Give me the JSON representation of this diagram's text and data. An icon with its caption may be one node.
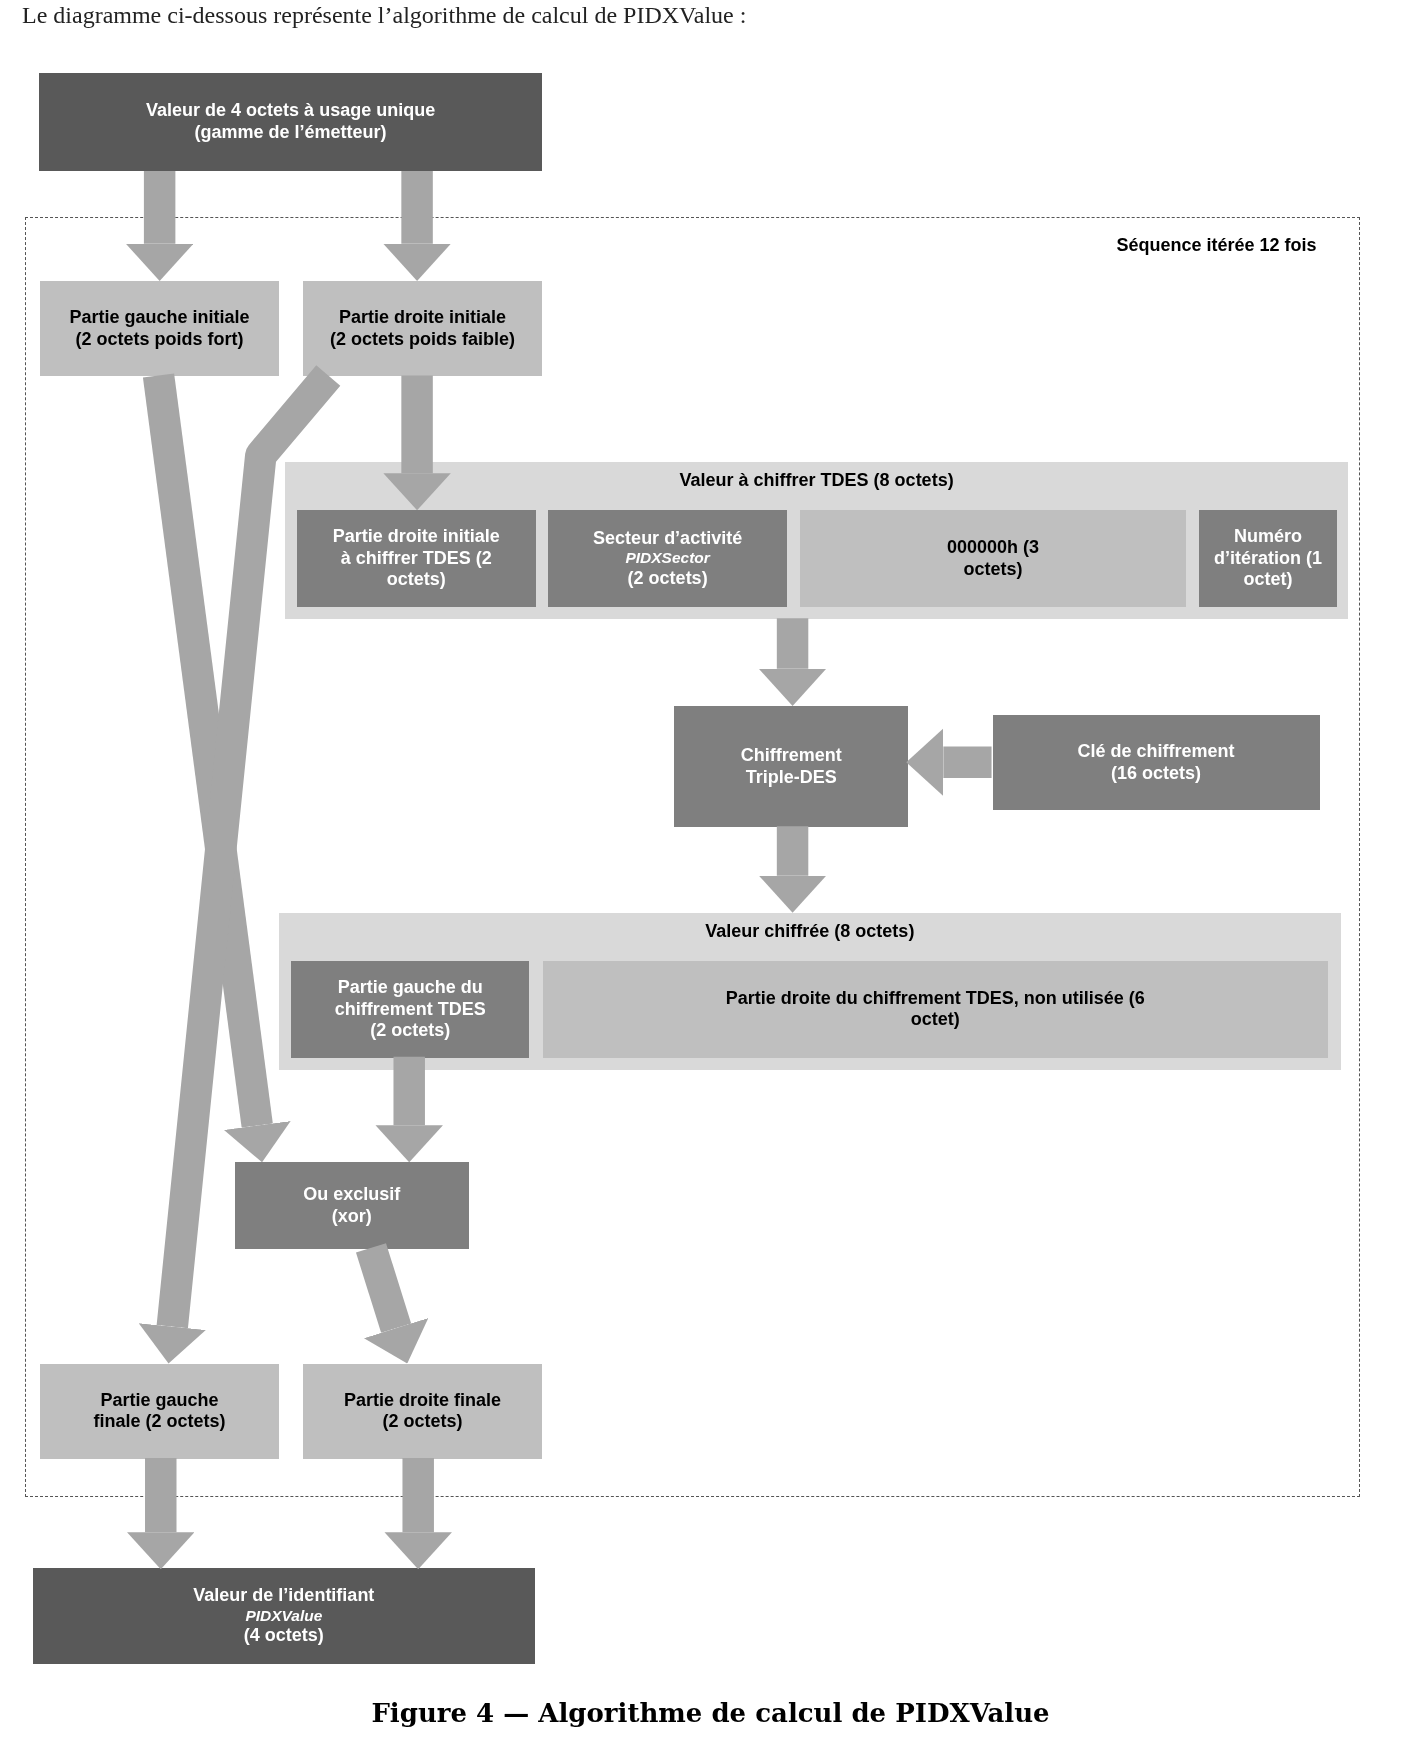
{
  "diagram": {
    "caption": "Figure 4 — Algorithme de calcul de PIDXValue",
    "nodes": [
      {
        "text": [
          "Valeur de 4 octets à usage unique (gamme de l’émetteur)"
        ]
      },
      {
        "text": [
          "Séquence itérée 12 fois"
        ]
      },
      {
        "text": [
          "Partie gauche initiale (2 octets poids fort)"
        ],
        "in": 1
      },
      {
        "text": [
          "Partie droite initiale (2 octets poids faible)"
        ],
        "in": 1
      },
      {
        "text": [
          "Valeur à chiffrer TDES (8 octets)"
        ],
        "in": 1
      },
      {
        "text": [
          "Partie droite initiale à chiffrer TDES (2 octets)"
        ],
        "in": 4
      },
      {
        "text": [
          "Secteur d’activité *PIDXSector* (2 octets)"
        ],
        "in": 4
      },
      {
        "text": [
          "000000h (3 octets)"
        ],
        "in": 4
      },
      {
        "text": [
          "Numéro d’itération (1 octet)"
        ],
        "in": 4
      },
      {
        "text": [
          "Chiffrement Triple-DES"
        ],
        "in": 1
      },
      {
        "text": [
          "Clé de chiffrement (16 octets)"
        ],
        "in": 1
      },
      {
        "text": [
          "Valeur chiffrée (8 octets)"
        ],
        "in": 1
      },
      {
        "text": [
          "Partie gauche du chiffrement TDES (2 octets)"
        ],
        "in": 11
      },
      {
        "text": [
          "Partie droite du chiffrement TDES, non utilisée (6 octet)"
        ],
        "in": 11
      },
      {
        "text": [
          "Ou exclusif (xor)"
        ],
        "in": 1
      },
      {
        "text": [
          "Partie gauche finale (2 octets)"
        ],
        "in": 1
      },
      {
        "text": [
          "Partie droite finale (2 octets)"
        ],
        "in": 1
      },
      {
        "text": [
          "Valeur de l’identifiant *PIDXValue* (4 octets)"
        ]
      }
    ],
    "edges": [
      {
        "from": 0,
        "to": 2,
        "arrow": "to"
      },
      {
        "from": 0,
        "to": 3,
        "arrow": "to"
      },
      {
        "from": 3,
        "to": 5,
        "arrow": "to"
      },
      {
        "from": 2,
        "to": 14,
        "arrow": "to"
      },
      {
        "from": 3,
        "to": 15,
        "arrow": "to"
      },
      {
        "from": 4,
        "to": 9,
        "arrow": "to"
      },
      {
        "from": 10,
        "to": 9,
        "arrow": "to"
      },
      {
        "from": 9,
        "to": 11,
        "arrow": "to"
      },
      {
        "from": 12,
        "to": 14,
        "arrow": "to"
      },
      {
        "from": 14,
        "to": 16,
        "arrow": "to"
      },
      {
        "from": 15,
        "to": 17,
        "arrow": "to"
      },
      {
        "from": 16,
        "to": 17,
        "arrow": "to"
      }
    ],
    "labels": [
      "Le diagramme ci-dessous représente l’algorithme de calcul de PIDXValue :"
    ]
  }
}
